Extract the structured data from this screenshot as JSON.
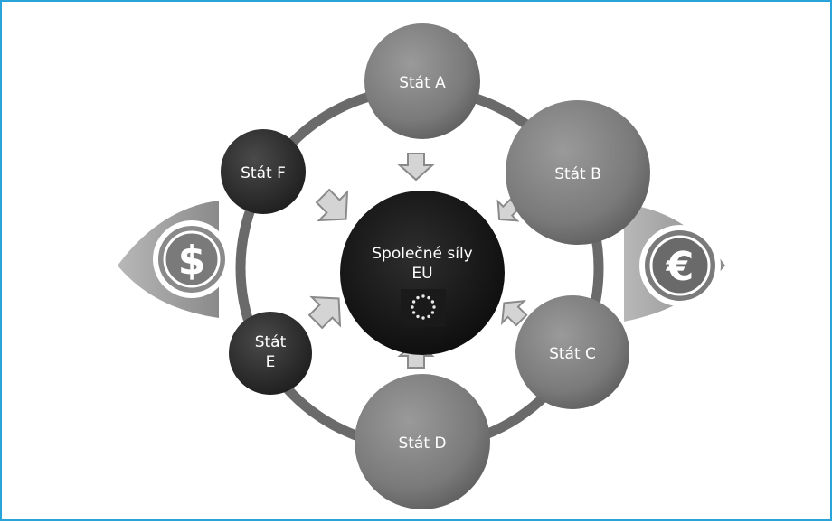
{
  "diagram": {
    "center": {
      "line1": "Společné síly",
      "line2": "EU",
      "emblem": "eu-flag-icon"
    },
    "nodes": [
      {
        "id": "a",
        "label": "Stát A"
      },
      {
        "id": "b",
        "label": "Stát B"
      },
      {
        "id": "c",
        "label": "Stát C"
      },
      {
        "id": "d",
        "label": "Stát D"
      },
      {
        "id": "e",
        "line1": "Stát",
        "line2": "E"
      },
      {
        "id": "f",
        "label": "Stát F"
      }
    ],
    "side_symbols": {
      "left": "$",
      "right": "€"
    },
    "colors": {
      "frame": "#2aa3d8",
      "large_node": "#7a7a7a",
      "small_node": "#2b2b2b",
      "center": "#111111",
      "ring": "#5e5e5e",
      "arrow": "#cfcfcf"
    }
  }
}
